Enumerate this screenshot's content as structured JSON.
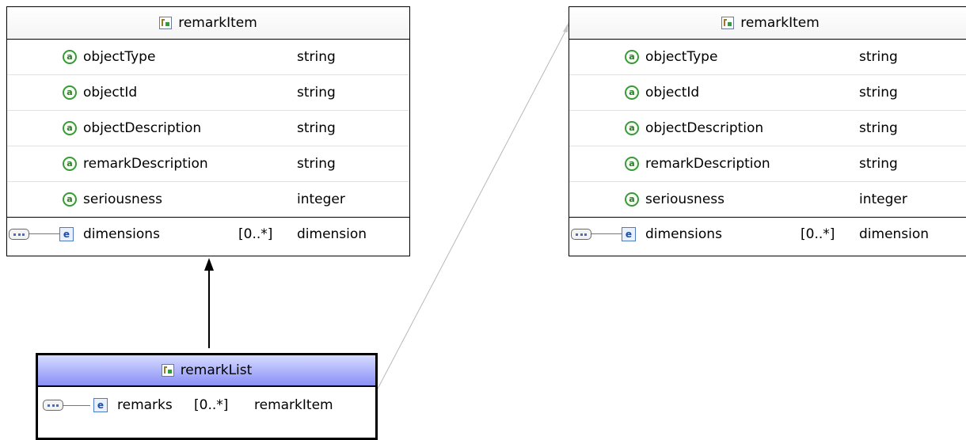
{
  "left_box": {
    "title": "remarkItem",
    "attributes": [
      {
        "name": "objectType",
        "type": "string"
      },
      {
        "name": "objectId",
        "type": "string"
      },
      {
        "name": "objectDescription",
        "type": "string"
      },
      {
        "name": "remarkDescription",
        "type": "string"
      },
      {
        "name": "seriousness",
        "type": "integer"
      }
    ],
    "element": {
      "name": "dimensions",
      "cardinality": "[0..*]",
      "type": "dimension"
    }
  },
  "right_box": {
    "title": "remarkItem",
    "attributes": [
      {
        "name": "objectType",
        "type": "string"
      },
      {
        "name": "objectId",
        "type": "string"
      },
      {
        "name": "objectDescription",
        "type": "string"
      },
      {
        "name": "remarkDescription",
        "type": "string"
      },
      {
        "name": "seriousness",
        "type": "integer"
      }
    ],
    "element": {
      "name": "dimensions",
      "cardinality": "[0..*]",
      "type": "dimension"
    }
  },
  "list_box": {
    "title": "remarkList",
    "element": {
      "name": "remarks",
      "cardinality": "[0..*]",
      "type": "remarkItem"
    }
  },
  "icons": {
    "attribute_glyph": "a",
    "element_glyph": "e",
    "type_icon": "complex-type-icon",
    "sequence_icon": "sequence-icon"
  },
  "colors": {
    "selected_header_top": "#d6dcff",
    "selected_header_bottom": "#8a8ff6",
    "attribute_icon": "#3a9a3a",
    "element_icon": "#4f7bc0"
  }
}
